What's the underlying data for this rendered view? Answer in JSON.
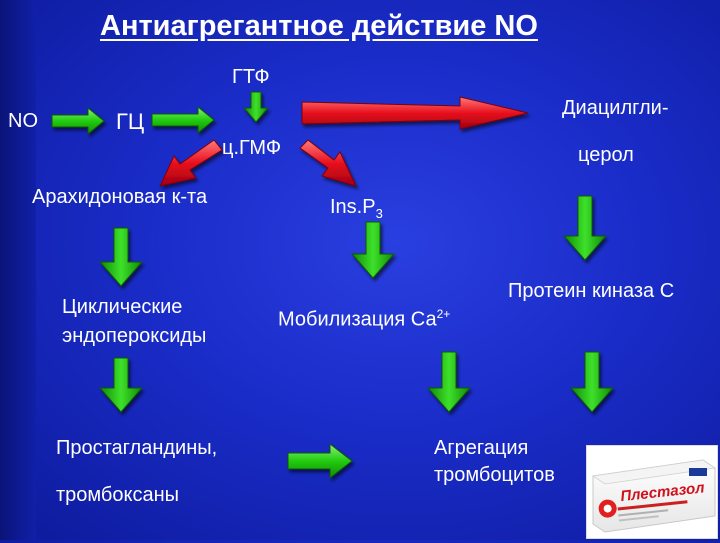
{
  "title": "Антиагрегантное действие NO",
  "nodes": {
    "no": "NO",
    "gc": "ГЦ",
    "gtp": "ГТФ",
    "cgmp": "ц.ГМФ",
    "dag_line1": "Диацилгли-",
    "dag_line2": "церол",
    "arachidonic": "Арахидоновая к-та",
    "ip3_main": "Ins.P",
    "ip3_sub": "3",
    "pkc": "Протеин киназа С",
    "endo_line1": "Циклические",
    "endo_line2": "эндопероксиды",
    "ca_main": "Мобилизация Са",
    "ca_sup": "2+",
    "pg_line1": "Простагландины,",
    "pg_line2": "тромбоксаны",
    "agg_line1": "Агрегация",
    "agg_line2": "тромбоцитов"
  },
  "drug_image": {
    "brand": "Плестазол"
  },
  "colors": {
    "green_arrow": "#22cc11",
    "red_arrow": "#e8101e",
    "background": "#1a2cc8"
  }
}
